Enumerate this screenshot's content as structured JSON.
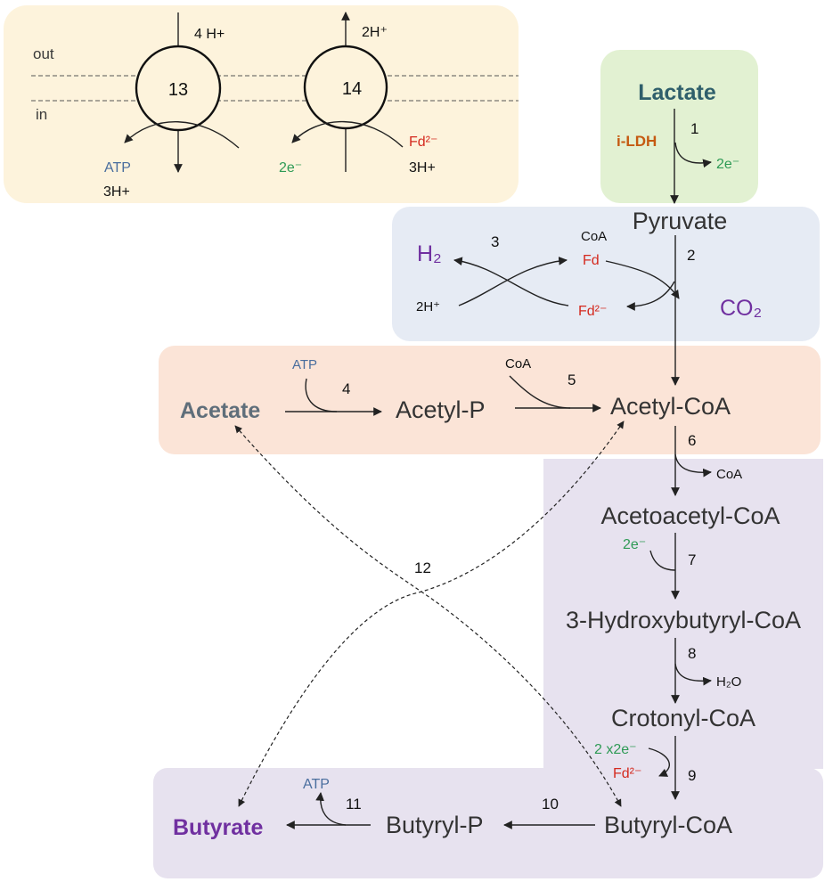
{
  "colors": {
    "membrane_box": "#fdf3dc",
    "lactate_box": "#e2f1d2",
    "pyruvate_box": "#e6ebf4",
    "acetate_box": "#fbe4d7",
    "butyrate_box": "#e7e2ef",
    "electron_green": "#2e9a55",
    "ferredoxin_red": "#d42a1f",
    "atp_blue": "#4a6e9e",
    "purple": "#7030a0",
    "lactate_teal": "#2f5f6b",
    "ildh_orange": "#c55a11",
    "acetate_slate": "#5f6e7a",
    "line": "#222222"
  },
  "membrane": {
    "out_label": "out",
    "in_label": "in",
    "complex_13": {
      "number": "13",
      "top_label": "4 H+",
      "atp_label": "ATP",
      "protons_label": "3H+"
    },
    "complex_14": {
      "number": "14",
      "top_label": "2H⁺",
      "electron_label": "2e⁻",
      "fd_label": "Fd²⁻",
      "protons_label": "3H+"
    }
  },
  "lactate": {
    "name": "Lactate",
    "enzyme": "i-LDH",
    "step": "1",
    "electron_label": "2e⁻"
  },
  "pyruvate": {
    "name": "Pyruvate",
    "step": "2",
    "co2_label": "CO₂",
    "coa_label": "CoA",
    "fd_label": "Fd",
    "fd_reduced_label": "Fd²⁻",
    "hydrogen_step": "3",
    "h2_label": "H₂",
    "protons_label": "2H⁺"
  },
  "acetate_block": {
    "acetate": "Acetate",
    "acetyl_p": "Acetyl-P",
    "acetyl_coa": "Acetyl-CoA",
    "step_4": "4",
    "atp_label": "ATP",
    "step_5": "5",
    "coa_label": "CoA"
  },
  "butyrate_pathway": {
    "step_6": "6",
    "coa_release": "CoA",
    "acetoacetyl": "Acetoacetyl-CoA",
    "step_7": "7",
    "electrons_7": "2e⁻",
    "hydroxybutyryl": "3-Hydroxybutyryl-CoA",
    "step_8": "8",
    "water_label": "H₂O",
    "crotonyl": "Crotonyl-CoA",
    "step_9": "9",
    "electrons_9": "2 x2e⁻",
    "fd_9": "Fd²⁻"
  },
  "butyrate_block": {
    "butyrate": "Butyrate",
    "butyryl_p": "Butyryl-P",
    "butyryl_coa": "Butyryl-CoA",
    "step_10": "10",
    "step_11": "11",
    "atp_label": "ATP"
  },
  "exchange_step": "12"
}
